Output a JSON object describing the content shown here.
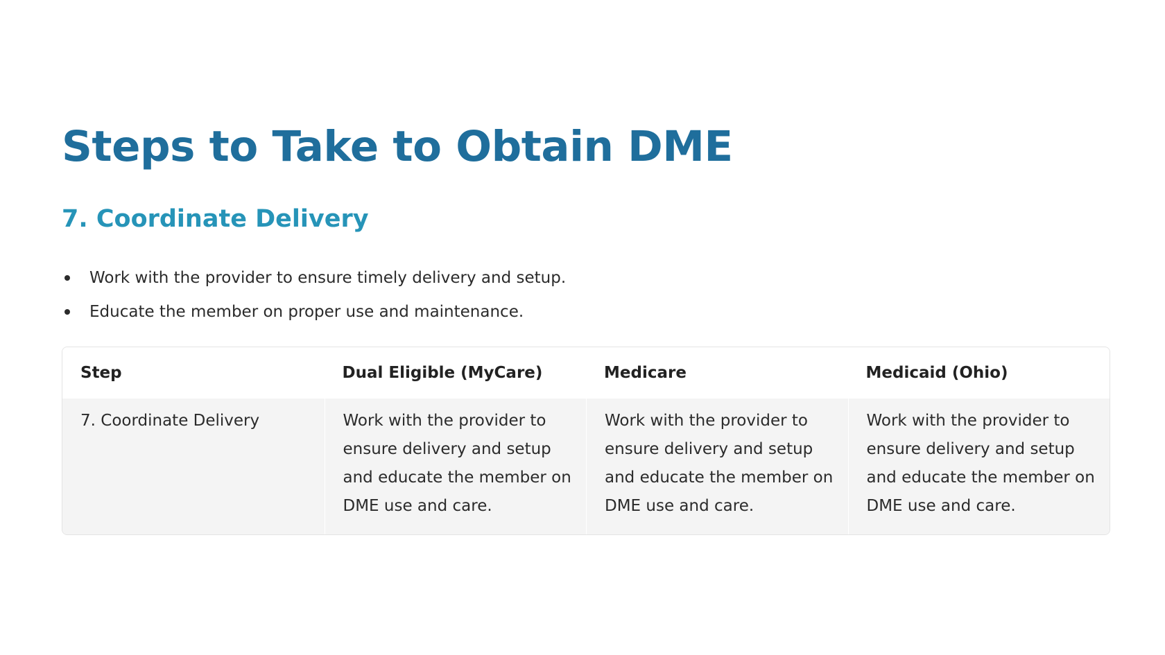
{
  "page": {
    "title": "Steps to Take to Obtain DME",
    "section_title": "7. Coordinate Delivery",
    "bullets": [
      "Work with the provider to ensure timely delivery and setup.",
      "Educate the member on proper use and maintenance."
    ]
  },
  "table": {
    "headers": [
      "Step",
      "Dual Eligible (MyCare)",
      "Medicare",
      "Medicaid (Ohio)"
    ],
    "rows": [
      [
        "7. Coordinate Delivery",
        "Work with the provider to ensure delivery and setup and educate the member on DME use and care.",
        "Work with the provider to ensure delivery and setup and educate the member on DME use and care.",
        "Work with the provider to ensure delivery and setup and educate the member on DME use and care."
      ]
    ]
  },
  "colors": {
    "title": "#1f6e9c",
    "section_title": "#2694b8",
    "text": "#2b2b2b",
    "row_background": "#f4f4f4",
    "border": "#e3e3e3"
  }
}
